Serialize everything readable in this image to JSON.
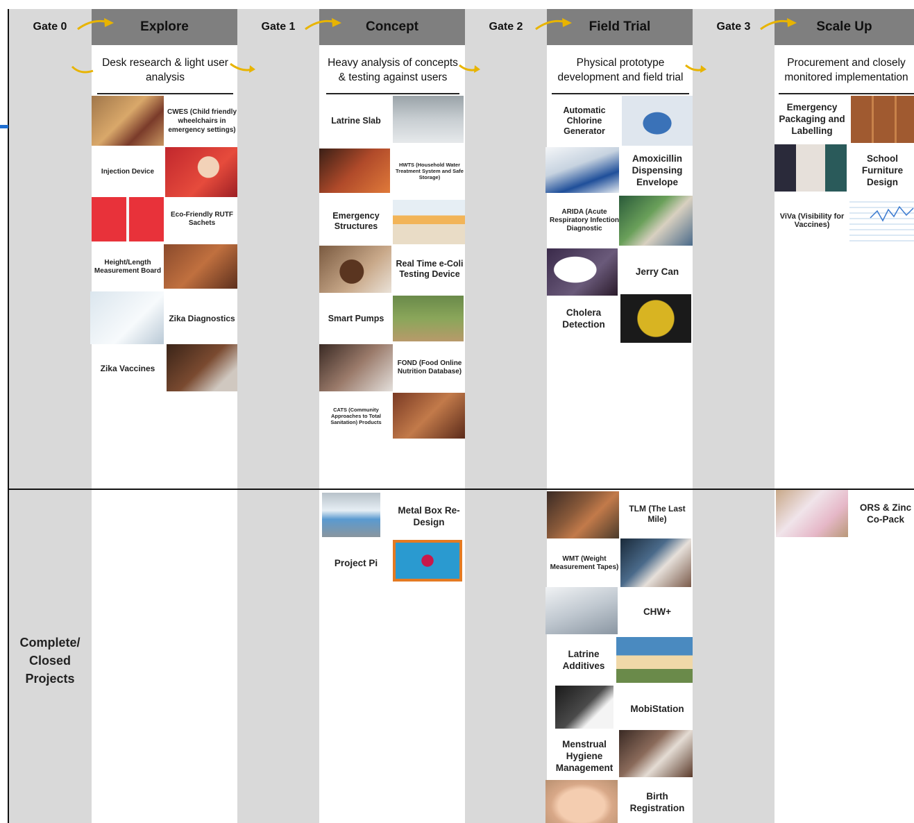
{
  "gates": [
    "Gate 0",
    "Gate 1",
    "Gate 2",
    "Gate 3"
  ],
  "stages": [
    {
      "title": "Explore",
      "description": "Desk research & light user analysis"
    },
    {
      "title": "Concept",
      "description": "Heavy analysis of concepts & testing against users"
    },
    {
      "title": "Field Trial",
      "description": "Physical prototype development and field trial"
    },
    {
      "title": "Scale Up",
      "description": "Procurement and closely monitored implementation"
    }
  ],
  "closed_row_label": "Complete/ Closed Projects",
  "colors": {
    "gate_column": "#d9d9d9",
    "stage_header": "#7f7f7f",
    "arrow": "#e8b400",
    "grid_line": "#111111"
  },
  "projects": {
    "explore": [
      "CWES (Child friendly wheelchairs in emergency settings)",
      "Injection Device",
      "Eco-Friendly RUTF Sachets",
      "Height/Length Measurement Board",
      "Zika Diagnostics",
      "Zika Vaccines"
    ],
    "concept": [
      "Latrine Slab",
      "HWTS (Household Water Treatment System and Safe Storage)",
      "Emergency Structures",
      "Real Time e-Coli Testing Device",
      "Smart Pumps",
      "FOND (Food Online Nutrition Database)",
      "CATS (Community Approaches to Total Sanitation) Products"
    ],
    "field_trial": [
      "Automatic Chlorine Generator",
      "Amoxicillin Dispensing Envelope",
      "ARIDA (Acute Respiratory Infection Diagnostic",
      "Jerry Can",
      "Cholera Detection"
    ],
    "scale_up": [
      "Emergency Packaging and Labelling",
      "School Furniture Design",
      "ViVa (Visibility for Vaccines)"
    ]
  },
  "closed_projects": {
    "concept": [
      "Metal Box Re-Design",
      "Project Pi"
    ],
    "field_trial": [
      "TLM (The Last Mile)",
      "WMT (Weight Measurement Tapes)",
      "CHW+",
      "Latrine Additives",
      "MobiStation",
      "Menstrual Hygiene Management",
      "Birth Registration"
    ],
    "scale_up": [
      "ORS & Zinc Co-Pack"
    ]
  }
}
